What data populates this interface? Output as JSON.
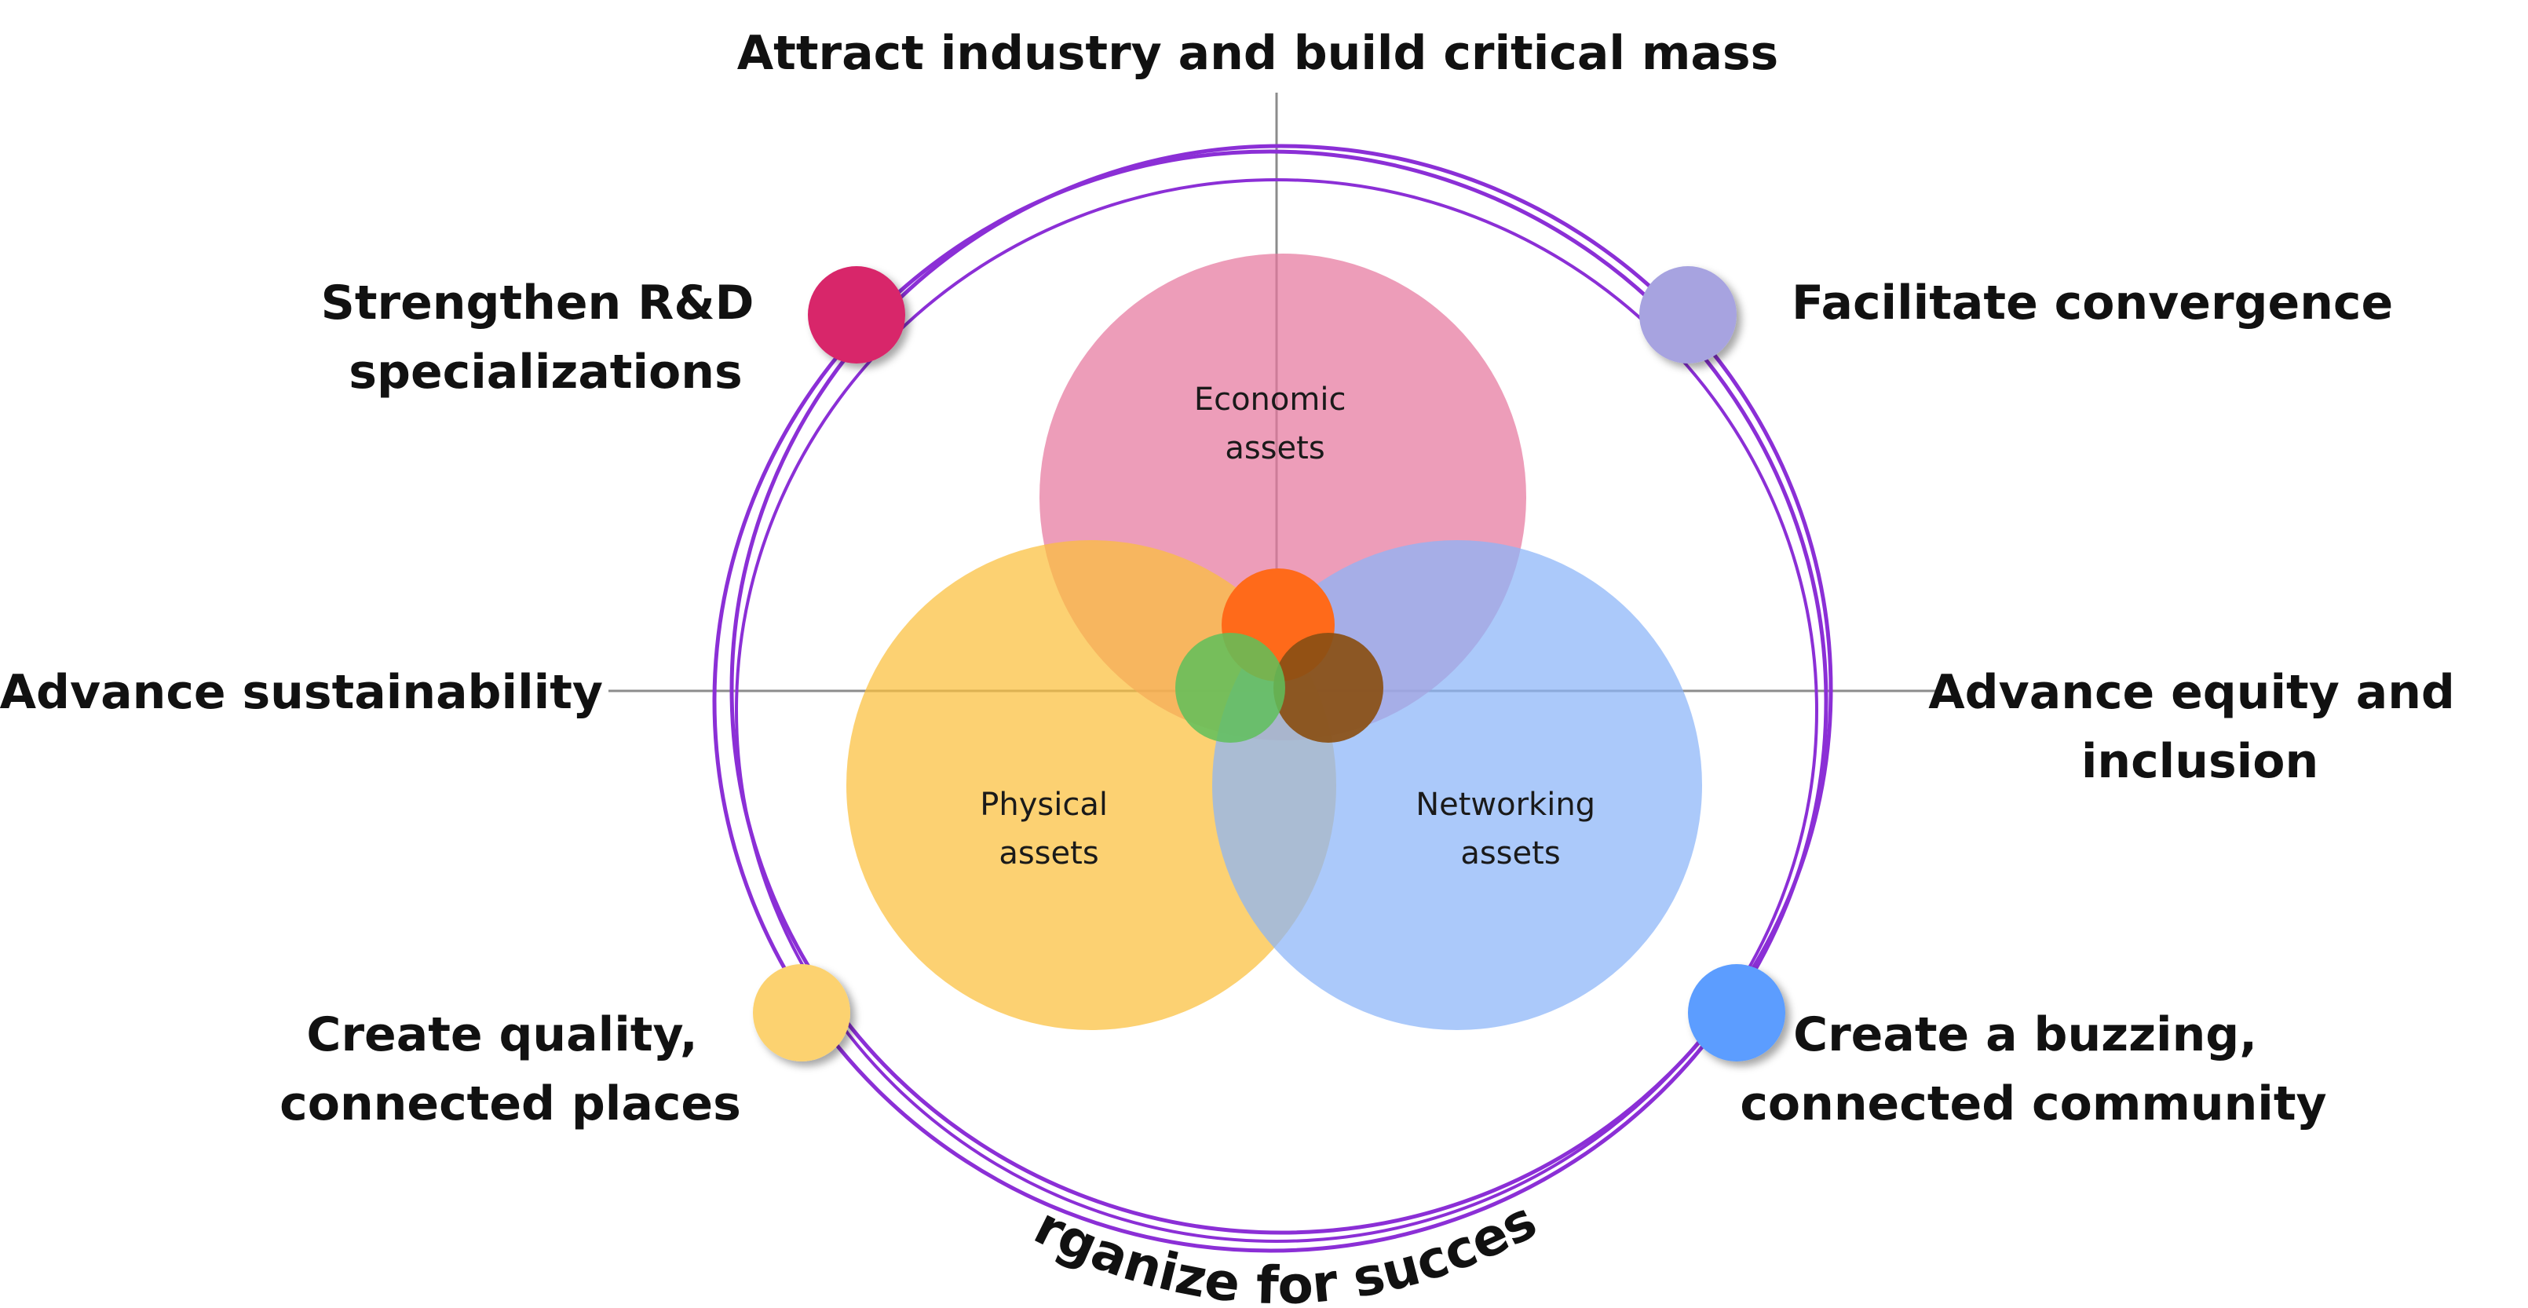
{
  "goals": {
    "top": "Attract industry and build critical mass",
    "top_left": [
      "Strengthen R&D",
      "specializations"
    ],
    "top_right": "Facilitate convergence",
    "left": "Advance sustainability",
    "right": [
      "Advance equity and",
      "inclusion"
    ],
    "bottom_left": [
      "Create quality,",
      "connected places"
    ],
    "bottom_right": [
      "Create a buzzing,",
      "connected community"
    ],
    "bottom_arc": "Organize for success"
  },
  "assets": {
    "economic": [
      "Economic",
      "assets"
    ],
    "physical": [
      "Physical",
      "assets"
    ],
    "networking": [
      "Networking",
      "assets"
    ]
  },
  "colors": {
    "ring": "#8b2fd6",
    "axis": "#8c8c8c",
    "economic_circle": "#e6779e",
    "physical_circle": "#fbbf3c",
    "networking_circle": "#8ab4f8",
    "node_top_left": "#d8266a",
    "node_top_right": "#a7a3e0",
    "node_bottom_left": "#fcd270",
    "node_bottom_right": "#5c9dff",
    "center_orange": "#ff6a1a",
    "center_green": "#5fbf5a",
    "center_brown": "#8a4f14"
  }
}
